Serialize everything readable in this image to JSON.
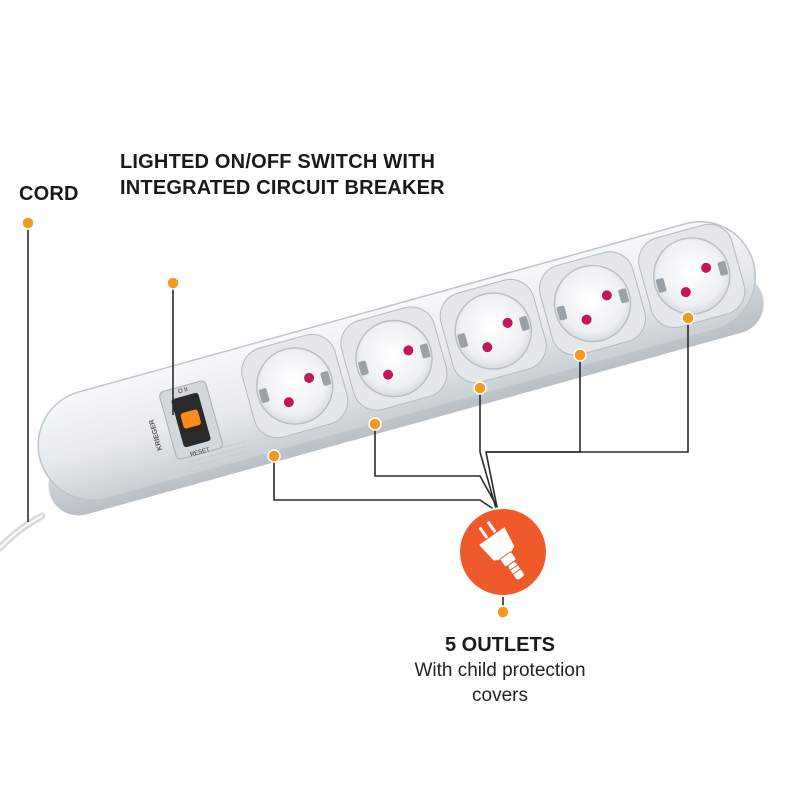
{
  "labels": {
    "cord": "CORD",
    "switch_line1": "LIGHTED ON/OFF SWITCH WITH",
    "switch_line2": "INTEGRATED CIRCUIT BREAKER",
    "outlets_title": "5 OUTLETS",
    "outlets_sub_line1": "With child protection",
    "outlets_sub_line2": "covers"
  },
  "device": {
    "brand_text": "KRIEGER",
    "switch_top_text": "O  II",
    "switch_bottom_text": "RESET",
    "outlet_count": 5
  },
  "colors": {
    "callout_dot": "#f29a1f",
    "callout_line": "#2b2b2b",
    "badge": "#ef5a2a",
    "switch_light": "#ff8a1c",
    "socket_pin": "#c2185b",
    "strip_body": "#e9edf0"
  },
  "icons": {
    "badge_icon": "euro-plug-icon"
  }
}
